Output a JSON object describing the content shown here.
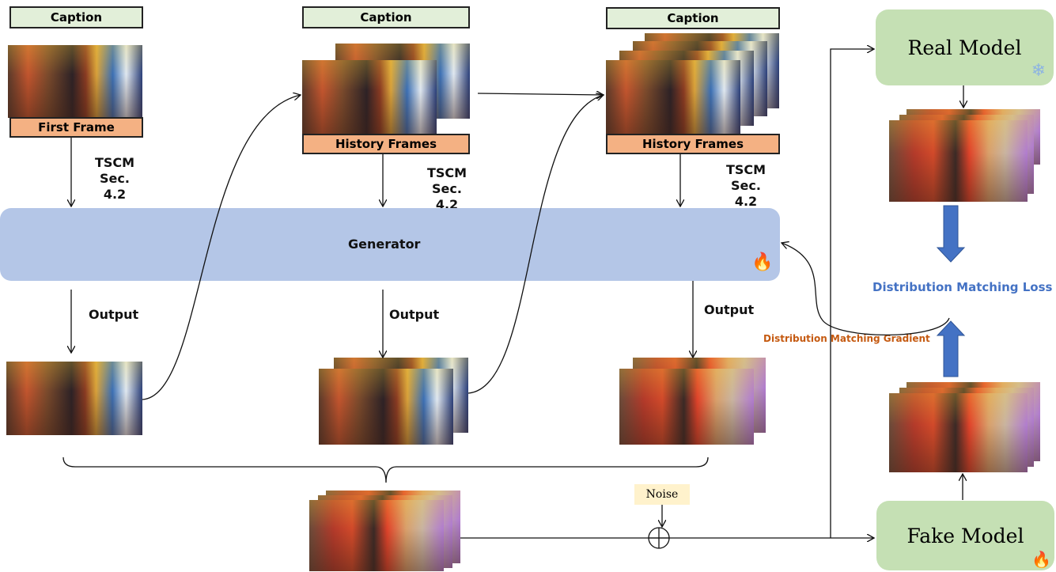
{
  "captions": [
    "Caption",
    "Caption",
    "Caption"
  ],
  "first_frame_label": "First Frame",
  "history_frames_labels": [
    "History Frames",
    "History Frames"
  ],
  "tscm": {
    "line1": "TSCM",
    "line2": "Sec. 4.2"
  },
  "generator": {
    "label": "Generator",
    "icon": "flame-icon"
  },
  "output_label": "Output",
  "noise_label": "Noise",
  "real_model": {
    "label": "Real Model",
    "icon": "snowflake-icon"
  },
  "fake_model": {
    "label": "Fake Model",
    "icon": "flame-icon"
  },
  "dm_loss": "Distribution Matching Loss",
  "dm_gradient": "Distribution Matching Gradient",
  "colors": {
    "generator": "#b4c6e7",
    "model": "#c5e0b4",
    "caption": "#e2efd9",
    "frame_label": "#f4b183",
    "noise": "#fff2cc",
    "loss_text": "#4472c4",
    "gradient_text": "#c55a11",
    "flame": "#e8201a",
    "snowflake": "#8db4e2"
  }
}
